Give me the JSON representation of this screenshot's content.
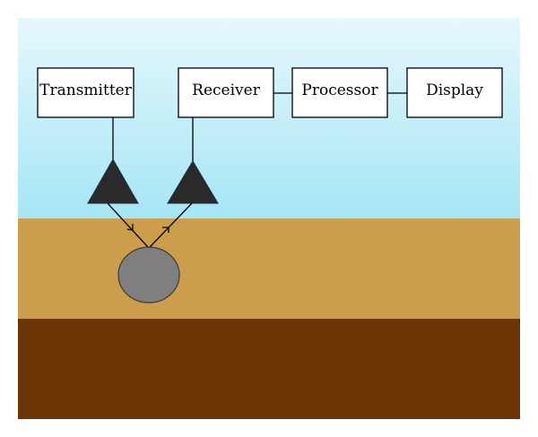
{
  "blocks": {
    "transmitter": "Transmitter",
    "receiver": "Receiver",
    "processor": "Processor",
    "display": "Display"
  },
  "colors": {
    "sky_top": "#e6f8fb",
    "sky_bottom": "#a5e6f6",
    "soil_upper": "#cc9e4c",
    "soil_lower": "#6b3506",
    "antenna": "#2a2a2a",
    "target": "#7f7f7f",
    "box_fill": "#ffffff",
    "line": "#000000"
  },
  "icons": {
    "antenna": "triangle-antenna-icon",
    "target": "buried-object-icon"
  }
}
